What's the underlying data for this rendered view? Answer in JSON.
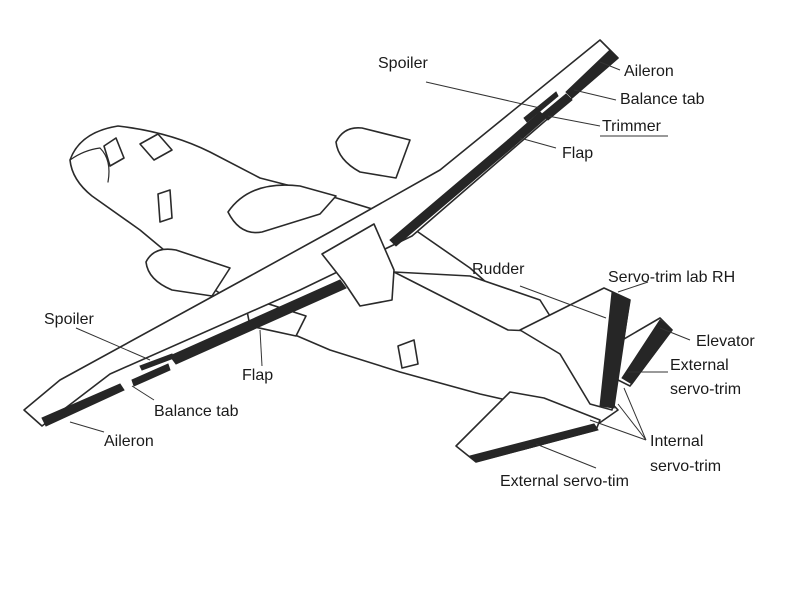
{
  "labels": {
    "spoiler_right": "Spoiler",
    "aileron_right": "Aileron",
    "balance_tab_right": "Balance tab",
    "trimmer": "Trimmer",
    "flap_right": "Flap",
    "rudder": "Rudder",
    "servo_trim_tab_rh": "Servo-trim lab RH",
    "elevator": "Elevator",
    "external_servo_trim_line1": "External",
    "external_servo_trim_line2": "servo-trim",
    "internal_servo_trim_line1": "Internal",
    "internal_servo_trim_line2": "servo-trim",
    "external_servo_tim_bottom": "External servo-tim",
    "spoiler_left": "Spoiler",
    "flap_left": "Flap",
    "balance_tab_left": "Balance tab",
    "aileron_left": "Aileron"
  }
}
